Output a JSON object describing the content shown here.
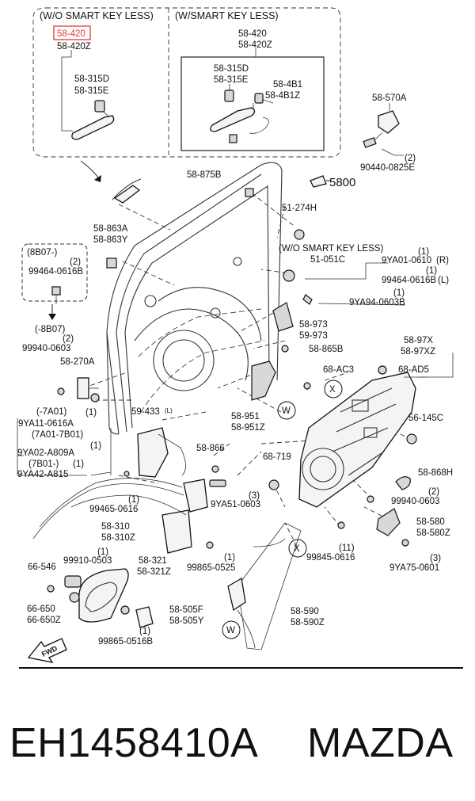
{
  "header": {
    "wo_smart_key": "(W/O SMART KEY LESS)",
    "w_smart_key": "(W/SMART KEY LESS)"
  },
  "highlight_color": "#e53935",
  "labels": {
    "p58_420_hl": "58-420",
    "p58_420z_a": "58-420Z",
    "p58_315d_a": "58-315D",
    "p58_315e_a": "58-315E",
    "p58_420_b": "58-420",
    "p58_420z_b": "58-420Z",
    "p58_315d_b": "58-315D",
    "p58_315e_b": "58-315E",
    "p58_4b1": "58-4B1",
    "p58_4b1z": "58-4B1Z",
    "p58_570a": "58-570A",
    "q2_a": "(2)",
    "p90440": "90440-0825E",
    "p58_875b": "58-875B",
    "p5800": "5800",
    "p51_274h": "51-274H",
    "p58_863a": "58-863A",
    "p58_863y": "58-863Y",
    "p8b07": "(8B07-)",
    "q2_b": "(2)",
    "p99464_a": "99464-0616B",
    "wo_smart_key2": "(W/O SMART KEY LESS)",
    "p51_051c": "51-051C",
    "q1_a": "(1)",
    "p9ya01": "9YA01-0610",
    "r_mark": "(R)",
    "q1_b": "(1)",
    "p99464_b": "99464-0616B",
    "l_mark": "(L)",
    "q1_c": "(1)",
    "p9ya94": "9YA94-0603B",
    "neg8b07": "(-8B07)",
    "q2_c": "(2)",
    "p99940_a": "99940-0603",
    "p58_973": "58-973",
    "p59_973": "59-973",
    "p58_865b": "58-865B",
    "p58_97x": "58-97X",
    "p58_97xz": "58-97XZ",
    "p58_270a": "58-270A",
    "p68_ac3": "68-AC3",
    "p68_ad5": "68-AD5",
    "mark_x1": "X",
    "mark_w1": "W",
    "neg7a01": "(-7A01)",
    "q1_d": "(1)",
    "p9ya11": "9YA11-0616A",
    "p7a01_7b01": "(7A01-7B01)",
    "q1_e": "(1)",
    "p9ya02": "9YA02-A809A",
    "p7b01": "(7B01-)",
    "q1_f": "(1)",
    "p9ya42": "9YA42-A815",
    "p59_433": "59-433",
    "l_mark2": "(L)",
    "p58_951": "58-951",
    "p58_951z": "58-951Z",
    "p56_145c": "56-145C",
    "p58_866": "58-866",
    "p68_719": "68-719",
    "p58_868h": "58-868H",
    "q1_g": "(1)",
    "p99465": "99465-0616",
    "q3_a": "(3)",
    "p9ya51": "9YA51-0603",
    "q2_d": "(2)",
    "p99940_b": "99940-0603",
    "p58_310": "58-310",
    "p58_310z": "58-310Z",
    "p58_580": "58-580",
    "p58_580z": "58-580Z",
    "mark_x2": "X",
    "q1_h": "(1)",
    "p99910": "99910-0503",
    "p58_321": "58-321",
    "p58_321z": "58-321Z",
    "q1_i": "(1)",
    "p99865_a": "99865-0525",
    "q11": "(11)",
    "p99845": "99845-0616",
    "q3_b": "(3)",
    "p9ya75": "9YA75-0601",
    "p66_546": "66-546",
    "p66_650": "66-650",
    "p66_650z": "66-650Z",
    "p58_505f": "58-505F",
    "p58_505y": "58-505Y",
    "p58_590": "58-590",
    "p58_590z": "58-590Z",
    "q1_j": "(1)",
    "p99865_b": "99865-0516B",
    "mark_w2": "W",
    "fwd": "FWD"
  },
  "footer": {
    "part_number": "EH1458410A",
    "brand": "MAZDA"
  }
}
